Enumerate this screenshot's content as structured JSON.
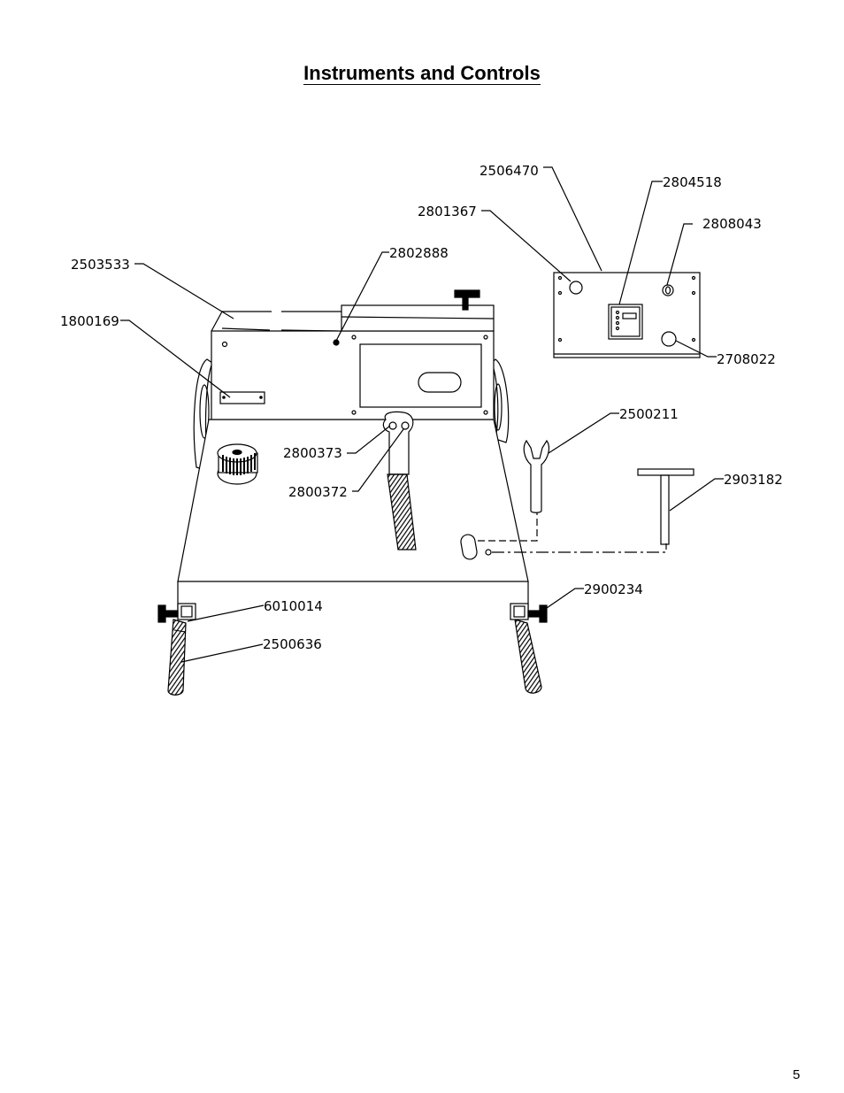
{
  "title": "Instruments and Controls",
  "page_number": "5",
  "callouts": [
    {
      "id": "c2506470",
      "label": "2506470"
    },
    {
      "id": "c2804518",
      "label": "2804518"
    },
    {
      "id": "c2801367",
      "label": "2801367"
    },
    {
      "id": "c2808043",
      "label": "2808043"
    },
    {
      "id": "c2802888",
      "label": "2802888"
    },
    {
      "id": "c2503533",
      "label": "2503533"
    },
    {
      "id": "c1800169",
      "label": "1800169"
    },
    {
      "id": "c2708022",
      "label": "2708022"
    },
    {
      "id": "c2500211",
      "label": "2500211"
    },
    {
      "id": "c2800373",
      "label": "2800373"
    },
    {
      "id": "c2903182",
      "label": "2903182"
    },
    {
      "id": "c2800372",
      "label": "2800372"
    },
    {
      "id": "c2900234",
      "label": "2900234"
    },
    {
      "id": "c6010014",
      "label": "6010014"
    },
    {
      "id": "c2500636",
      "label": "2500636"
    }
  ]
}
